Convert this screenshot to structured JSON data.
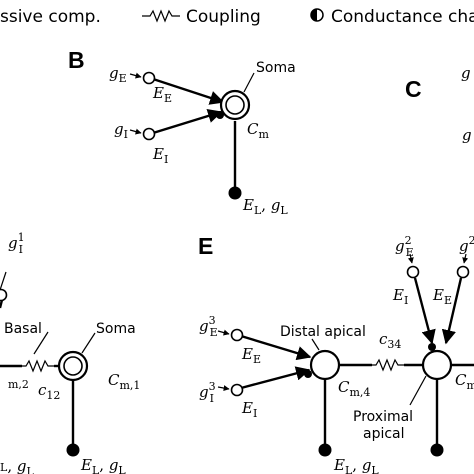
{
  "legend": {
    "passive": "ssive comp.",
    "coupling": "Coupling",
    "conductance": "Conductance cha"
  },
  "panels": {
    "b": "B",
    "c": "C",
    "e": "E"
  },
  "labels": {
    "soma": "Soma",
    "basal": "Basal",
    "distal_apical": "Distal apical",
    "proximal": "Proximal",
    "apical": "apical"
  },
  "symbols": {
    "g": "g",
    "E": "E",
    "C": "C",
    "c": "c",
    "comma": ", ",
    "sub_E": "E",
    "sub_I": "I",
    "sub_L": "L",
    "sub_m": "m",
    "sub_m1": "m,1",
    "sub_m2": "m,2",
    "sub_m4": "m,4",
    "sub_12": "12",
    "sub_34": "34",
    "sup_1": "1",
    "sup_2": "2",
    "sup_3": "3"
  }
}
